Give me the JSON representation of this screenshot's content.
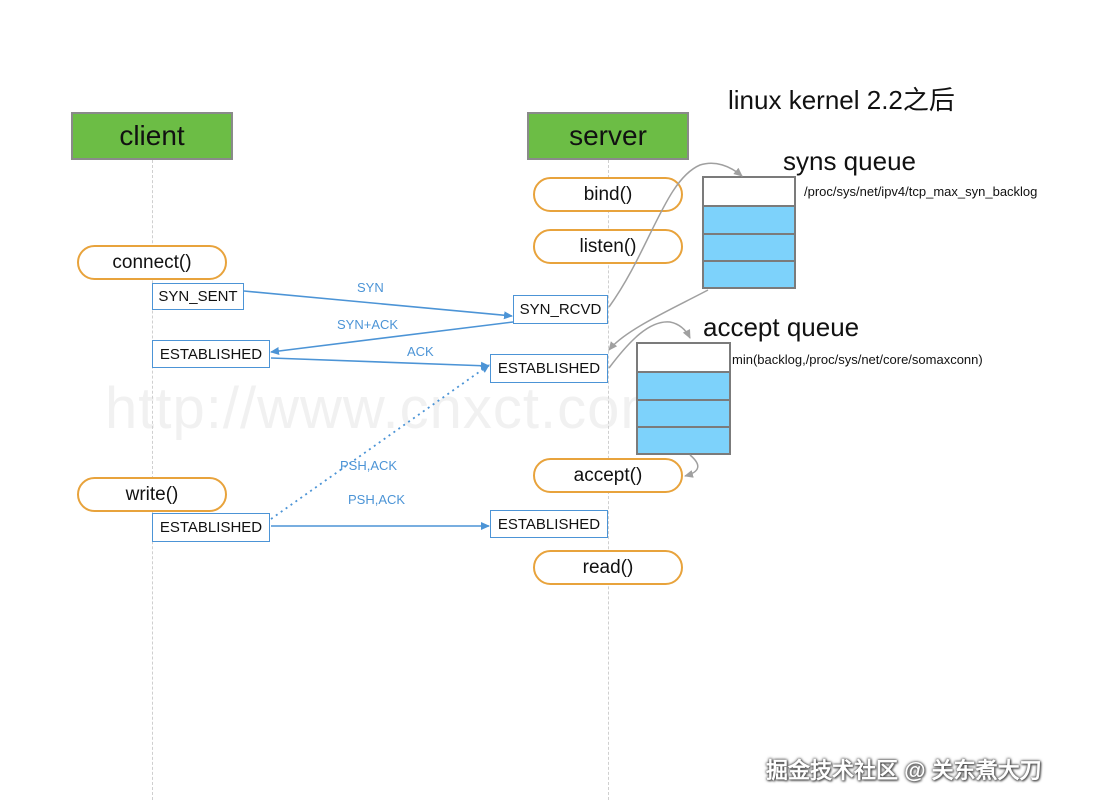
{
  "title": "linux  kernel 2.2之后",
  "watermark": "http://www.cnxct.com",
  "credit": "掘金技术社区 @ 关东煮大刀",
  "client": {
    "header": "client",
    "calls": {
      "connect": "connect()",
      "write": "write()"
    },
    "states": {
      "syn_sent": "SYN_SENT",
      "established_1": "ESTABLISHED",
      "established_2": "ESTABLISHED"
    }
  },
  "server": {
    "header": "server",
    "calls": {
      "bind": "bind()",
      "listen": "listen()",
      "accept": "accept()",
      "read": "read()"
    },
    "states": {
      "syn_rcvd": "SYN_RCVD",
      "established_1": "ESTABLISHED",
      "established_2": "ESTABLISHED"
    }
  },
  "messages": {
    "syn": "SYN",
    "syn_ack": "SYN+ACK",
    "ack": "ACK",
    "psh_ack_dotted": "PSH,ACK",
    "psh_ack": "PSH,ACK"
  },
  "syns_queue": {
    "title": "syns queue",
    "note": "/proc/sys/net/ipv4/tcp_max_syn_backlog",
    "cells": 4,
    "filled": 3
  },
  "accept_queue": {
    "title": "accept queue",
    "note": "min(backlog,/proc/sys/net/core/somaxconn)",
    "cells": 4,
    "filled": 3
  },
  "colors": {
    "header_green": "#6cbd45",
    "pill_border": "#e8a33c",
    "message_blue": "#4c94d6",
    "queue_fill": "#7dd2fb",
    "connector_gray": "#a0a0a0"
  }
}
